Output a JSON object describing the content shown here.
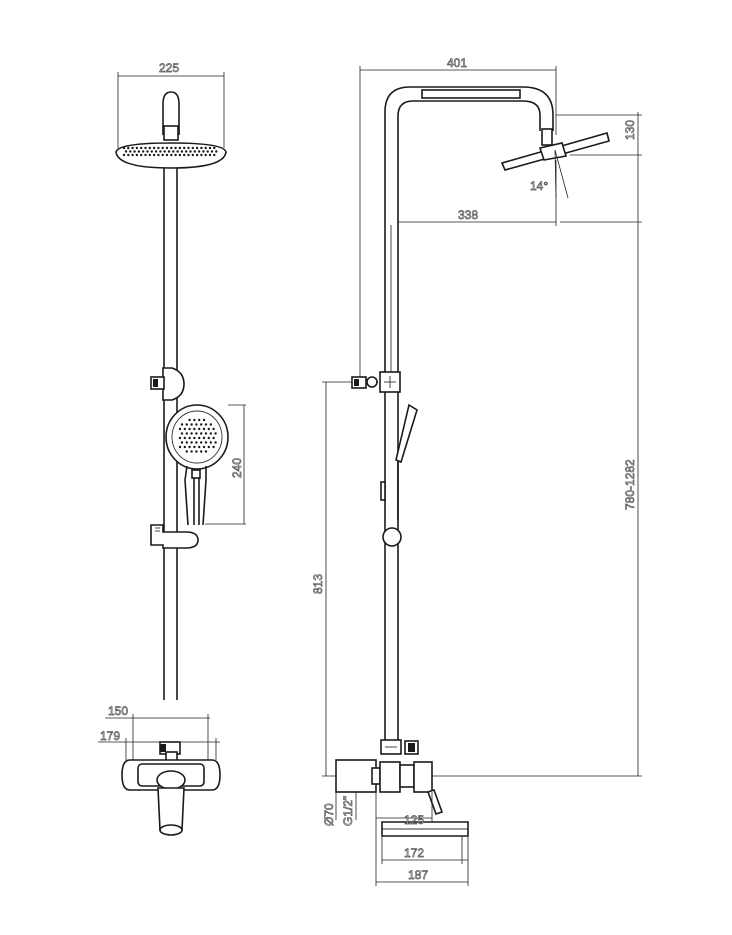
{
  "dimensions": {
    "head_width": "225",
    "total_width": "401",
    "head_height": "130",
    "head_angle": "14°",
    "arm_reach": "338",
    "hand_shower_height": "240",
    "height_range": "780-1282",
    "outlet_height": "813",
    "mixer_width": "150",
    "spout_reach": "179",
    "wall_diameter": "Ø70",
    "thread": "G1/2\"",
    "mixer_depth": "125",
    "spout_length": "172",
    "overall_depth": "187"
  }
}
